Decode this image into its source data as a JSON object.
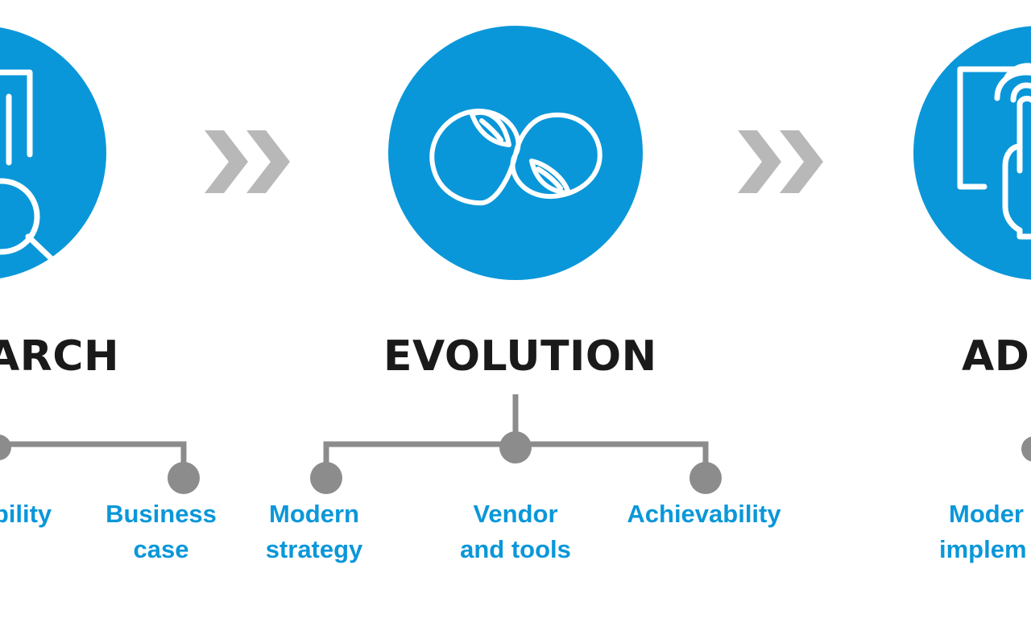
{
  "colors": {
    "accent": "#0a97d9",
    "connector": "#8c8c8c",
    "chevron": "#b8b8b8",
    "title": "#1a1a1a",
    "background": "#ffffff"
  },
  "stages": [
    {
      "title": "ARCH",
      "icon": "document-magnifier-icon",
      "items": [
        {
          "lines": [
            "bility"
          ]
        },
        {
          "lines": [
            "Business",
            "case"
          ]
        }
      ]
    },
    {
      "title": "EVOLUTION",
      "icon": "infinity-leaves-icon",
      "items": [
        {
          "lines": [
            "Modern",
            "strategy"
          ]
        },
        {
          "lines": [
            "Vendor",
            "and tools"
          ]
        },
        {
          "lines": [
            "Achievability"
          ]
        }
      ]
    },
    {
      "title": "AD",
      "icon": "touch-screen-hand-icon",
      "items": [
        {
          "lines": [
            "Moder",
            "implem"
          ]
        }
      ]
    }
  ],
  "connectors": [
    "double-chevron-right-icon",
    "double-chevron-right-icon"
  ]
}
